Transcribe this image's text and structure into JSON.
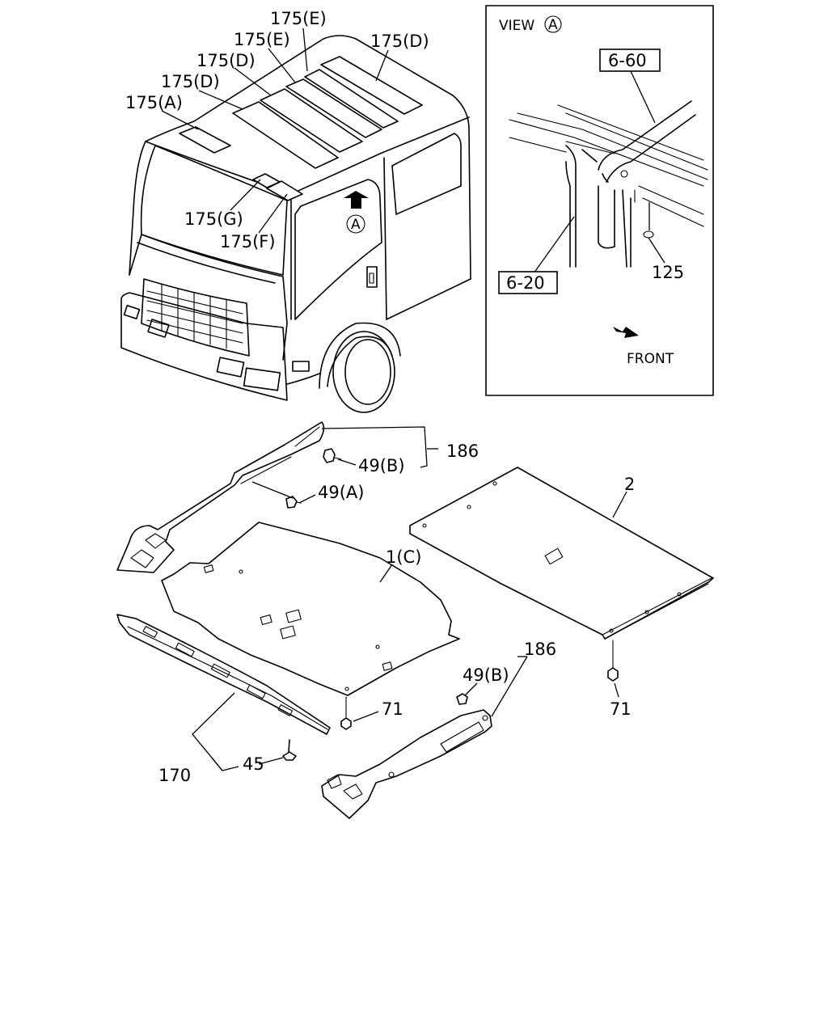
{
  "cab_labels": {
    "e1": "175(E)",
    "e2": "175(E)",
    "d1": "175(D)",
    "d2": "175(D)",
    "d3": "175(D)",
    "a": "175(A)",
    "g": "175(G)",
    "f": "175(F)",
    "view_marker": "A"
  },
  "view_a": {
    "title": "VIEW",
    "marker": "A",
    "ref_top": "6-60",
    "ref_bottom": "6-20",
    "part_125": "125",
    "front": "FRONT"
  },
  "parts": {
    "p186_top": "186",
    "p49b_top": "49(B)",
    "p49a": "49(A)",
    "p2": "2",
    "p1c": "1(C)",
    "p186_bottom": "186",
    "p49b_bottom": "49(B)",
    "p71_left": "71",
    "p71_right": "71",
    "p170": "170",
    "p45": "45"
  }
}
